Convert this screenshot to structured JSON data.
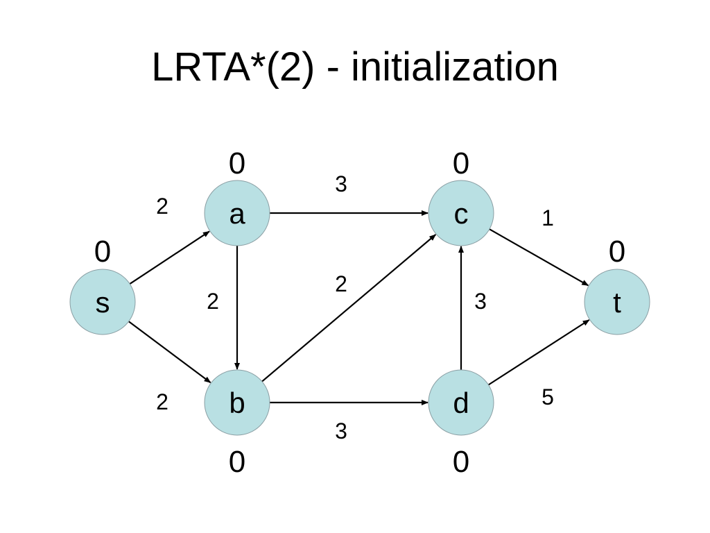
{
  "title": "LRTA*(2) - initialization",
  "colors": {
    "node_fill": "#b9e0e3",
    "node_stroke": "#8a9ea3",
    "edge": "#000000",
    "text": "#000000",
    "background": "#ffffff"
  },
  "nodes": [
    {
      "id": "s",
      "label": "s",
      "h": "0"
    },
    {
      "id": "a",
      "label": "a",
      "h": "0"
    },
    {
      "id": "b",
      "label": "b",
      "h": "0"
    },
    {
      "id": "c",
      "label": "c",
      "h": "0"
    },
    {
      "id": "d",
      "label": "d",
      "h": "0"
    },
    {
      "id": "t",
      "label": "t",
      "h": "0"
    }
  ],
  "edges": [
    {
      "from": "s",
      "to": "a",
      "weight": "2"
    },
    {
      "from": "s",
      "to": "b",
      "weight": "2"
    },
    {
      "from": "a",
      "to": "c",
      "weight": "3"
    },
    {
      "from": "a",
      "to": "b",
      "weight": "2"
    },
    {
      "from": "b",
      "to": "c",
      "weight": "2"
    },
    {
      "from": "b",
      "to": "d",
      "weight": "3"
    },
    {
      "from": "d",
      "to": "c",
      "weight": "3"
    },
    {
      "from": "c",
      "to": "t",
      "weight": "1"
    },
    {
      "from": "d",
      "to": "t",
      "weight": "5"
    }
  ]
}
